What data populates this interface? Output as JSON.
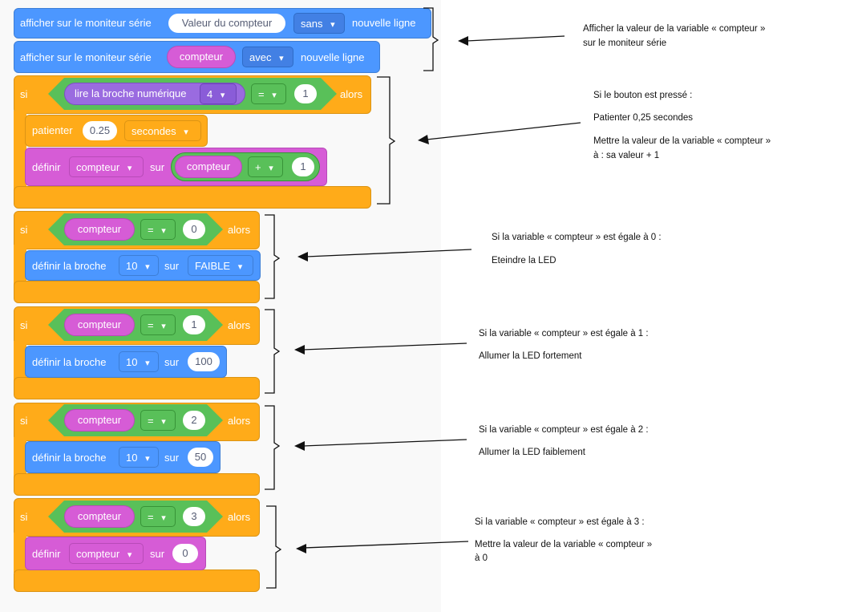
{
  "blocks": {
    "print1": {
      "label": "afficher sur le moniteur série",
      "value": "Valeur du compteur",
      "mode": "sans",
      "suffix": "nouvelle ligne"
    },
    "print2": {
      "label": "afficher sur le moniteur série",
      "value": "compteur",
      "mode": "avec",
      "suffix": "nouvelle ligne"
    },
    "if_button": {
      "si": "si",
      "alors": "alors",
      "read_pin": "lire la broche numérique",
      "pin": "4",
      "op": "=",
      "cmp": "1",
      "wait_label": "patienter",
      "wait_value": "0.25",
      "wait_unit": "secondes",
      "set_label": "définir",
      "set_var": "compteur",
      "set_sur": "sur",
      "set_expr_var": "compteur",
      "set_op": "+",
      "set_expr_num": "1"
    },
    "if0": {
      "si": "si",
      "var": "compteur",
      "op": "=",
      "cmp": "0",
      "alors": "alors",
      "action": "définir la broche",
      "pin": "10",
      "sur": "sur",
      "value": "FAIBLE"
    },
    "if1": {
      "si": "si",
      "var": "compteur",
      "op": "=",
      "cmp": "1",
      "alors": "alors",
      "action": "définir la broche",
      "pin": "10",
      "sur": "sur",
      "value": "100"
    },
    "if2": {
      "si": "si",
      "var": "compteur",
      "op": "=",
      "cmp": "2",
      "alors": "alors",
      "action": "définir la broche",
      "pin": "10",
      "sur": "sur",
      "value": "50"
    },
    "if3": {
      "si": "si",
      "var": "compteur",
      "op": "=",
      "cmp": "3",
      "alors": "alors",
      "action": "définir",
      "set_var": "compteur",
      "sur": "sur",
      "value": "0"
    }
  },
  "annotations": {
    "a1": [
      "Afficher la valeur de la variable « compteur »",
      "sur le moniteur série"
    ],
    "a2": [
      "Si le bouton est pressé :",
      "Patienter 0,25 secondes",
      "Mettre la valeur de la variable « compteur »",
      "à : sa valeur + 1"
    ],
    "a3": [
      "Si la variable « compteur » est égale à 0 :",
      "Eteindre la LED"
    ],
    "a4": [
      "Si la variable « compteur » est égale à 1 :",
      "Allumer la LED fortement"
    ],
    "a5": [
      "Si la variable « compteur » est égale à 2 :",
      "Allumer la LED faiblement"
    ],
    "a6": [
      "Si la variable « compteur » est égale à 3 :",
      "Mettre la valeur de la variable « compteur »",
      "à 0"
    ]
  },
  "dropdown_arrow": "▾"
}
